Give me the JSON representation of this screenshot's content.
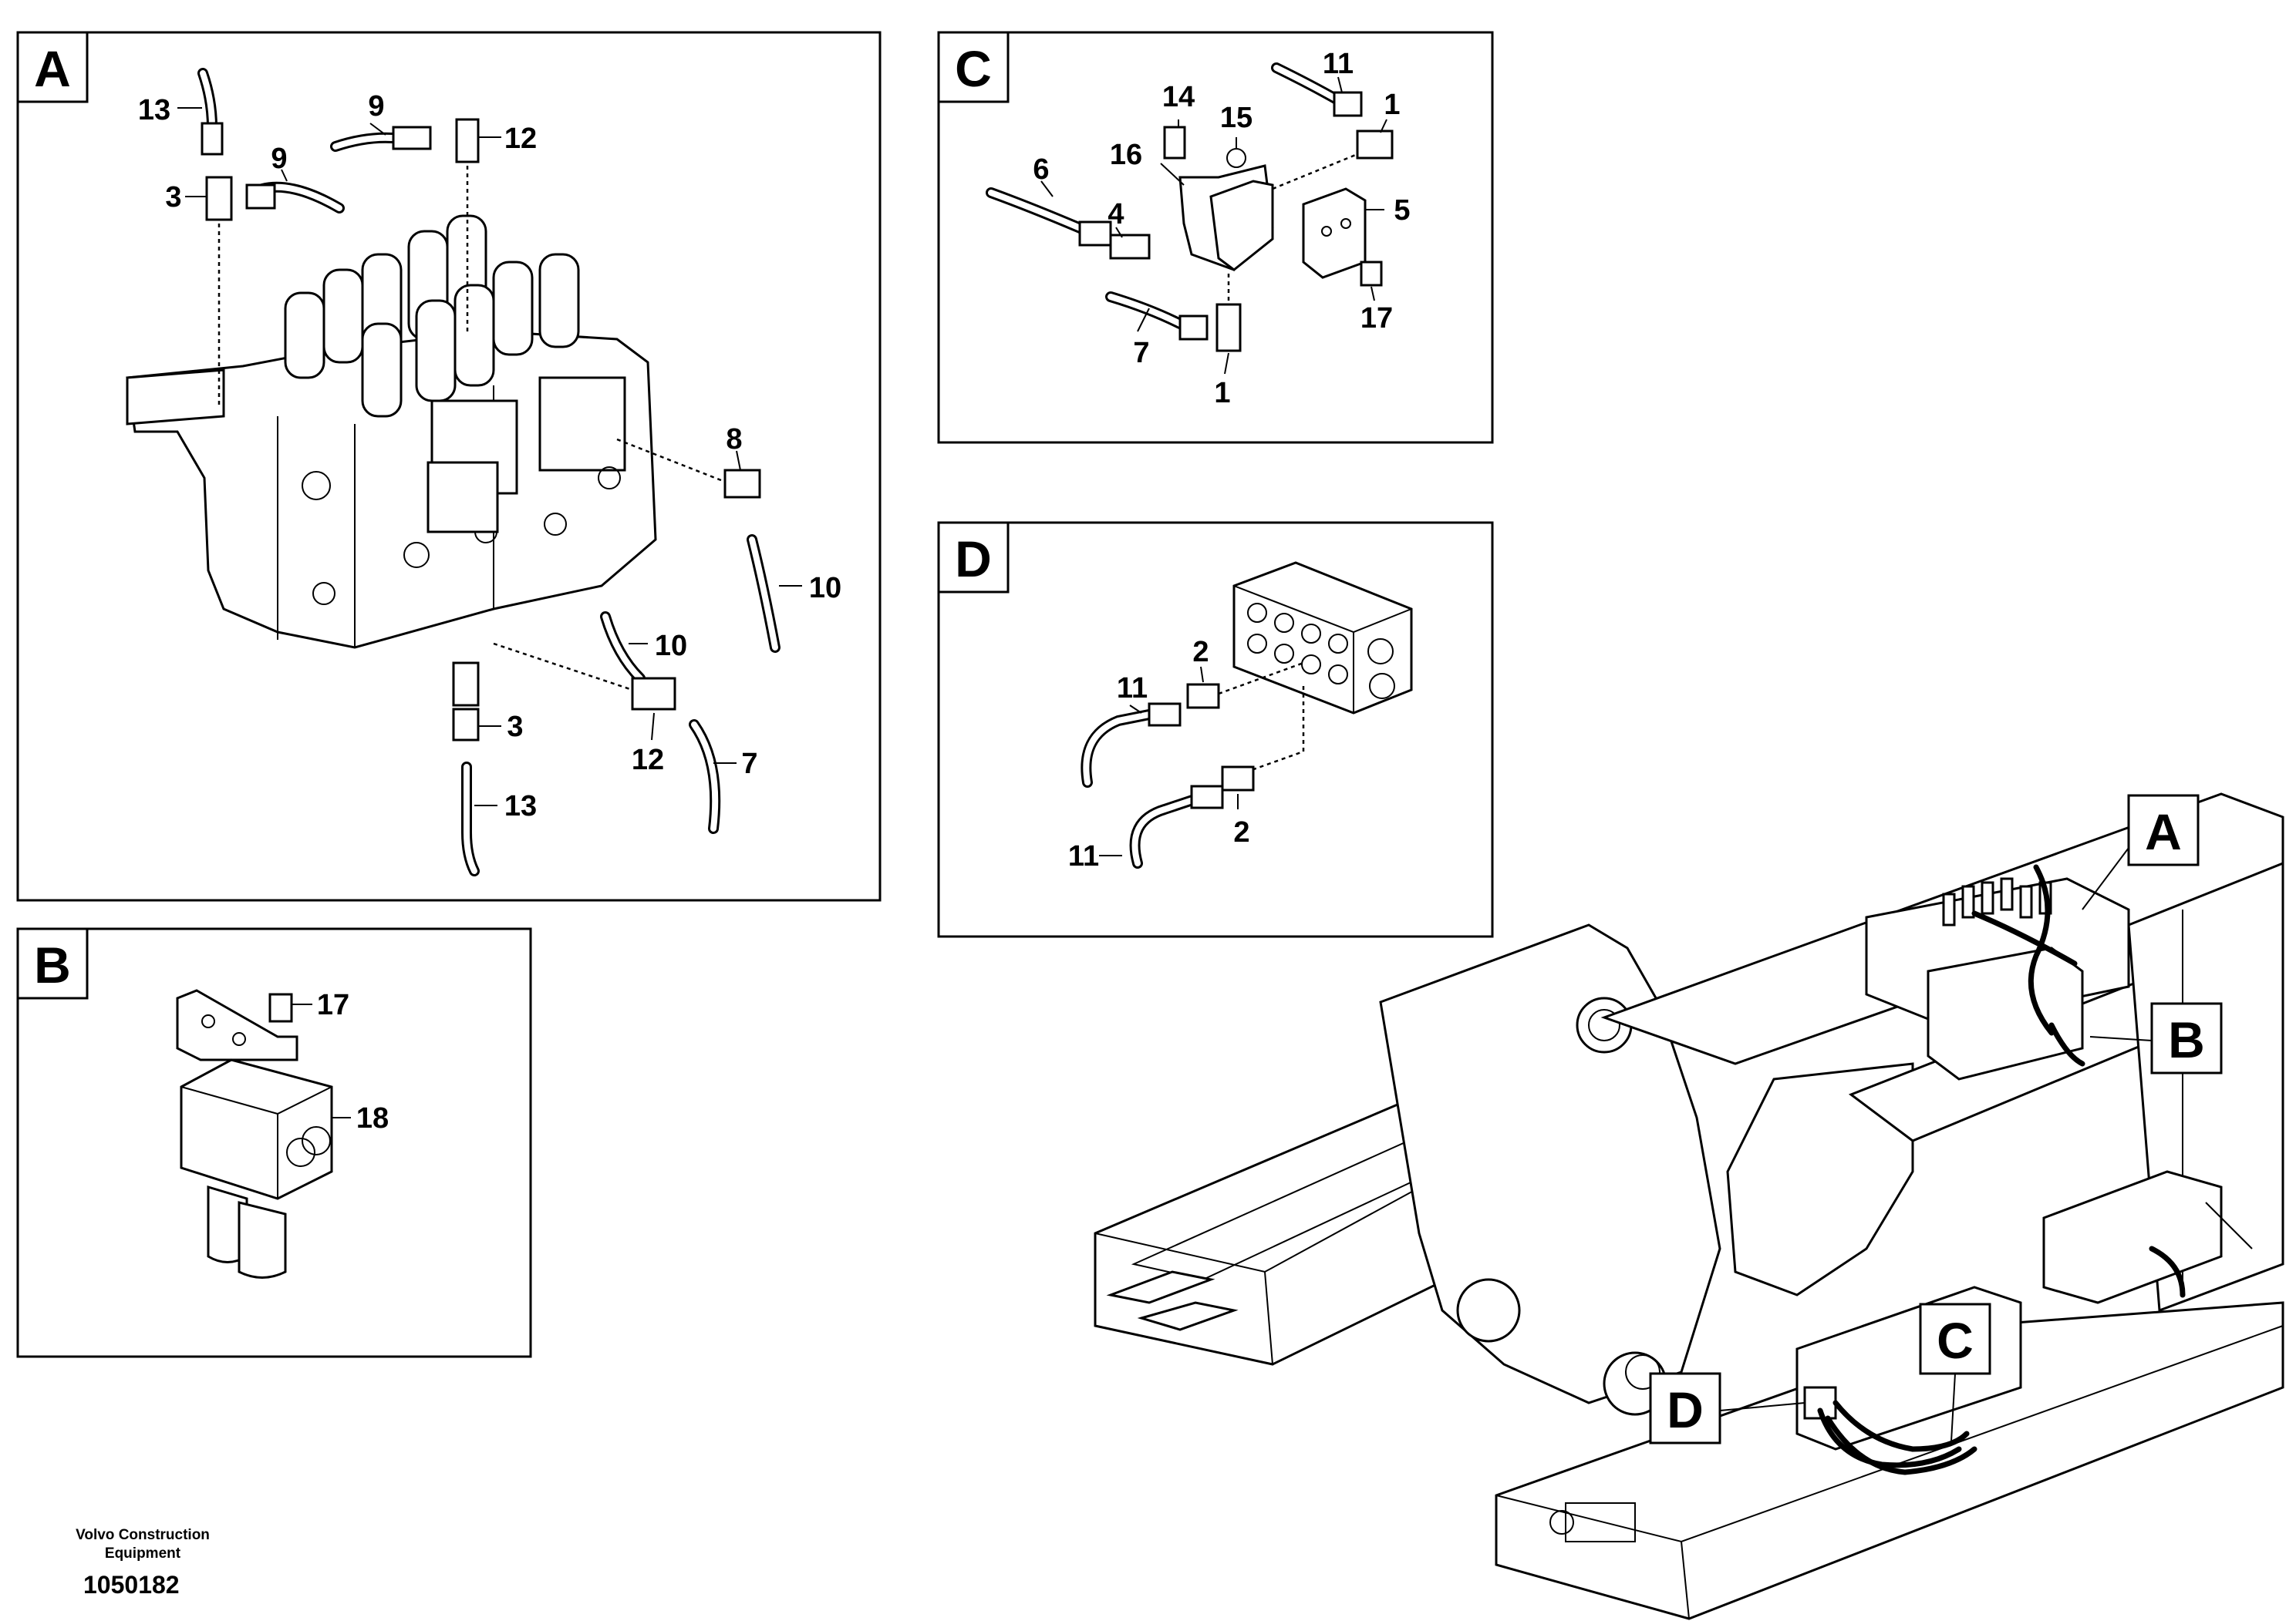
{
  "panels": {
    "A": {
      "letter": "A",
      "labels": [
        "13",
        "9",
        "12",
        "9",
        "3",
        "8",
        "10",
        "10",
        "3",
        "12",
        "7",
        "13"
      ]
    },
    "B": {
      "letter": "B",
      "labels": [
        "17",
        "18"
      ]
    },
    "C": {
      "letter": "C",
      "labels": [
        "14",
        "15",
        "11",
        "1",
        "16",
        "6",
        "4",
        "5",
        "17",
        "7",
        "1"
      ]
    },
    "D": {
      "letter": "D",
      "labels": [
        "2",
        "11",
        "11",
        "2"
      ]
    }
  },
  "overview_callouts": [
    "A",
    "B",
    "C",
    "D"
  ],
  "footer": {
    "brand": "Volvo Construction Equipment",
    "document_number": "1050182"
  }
}
